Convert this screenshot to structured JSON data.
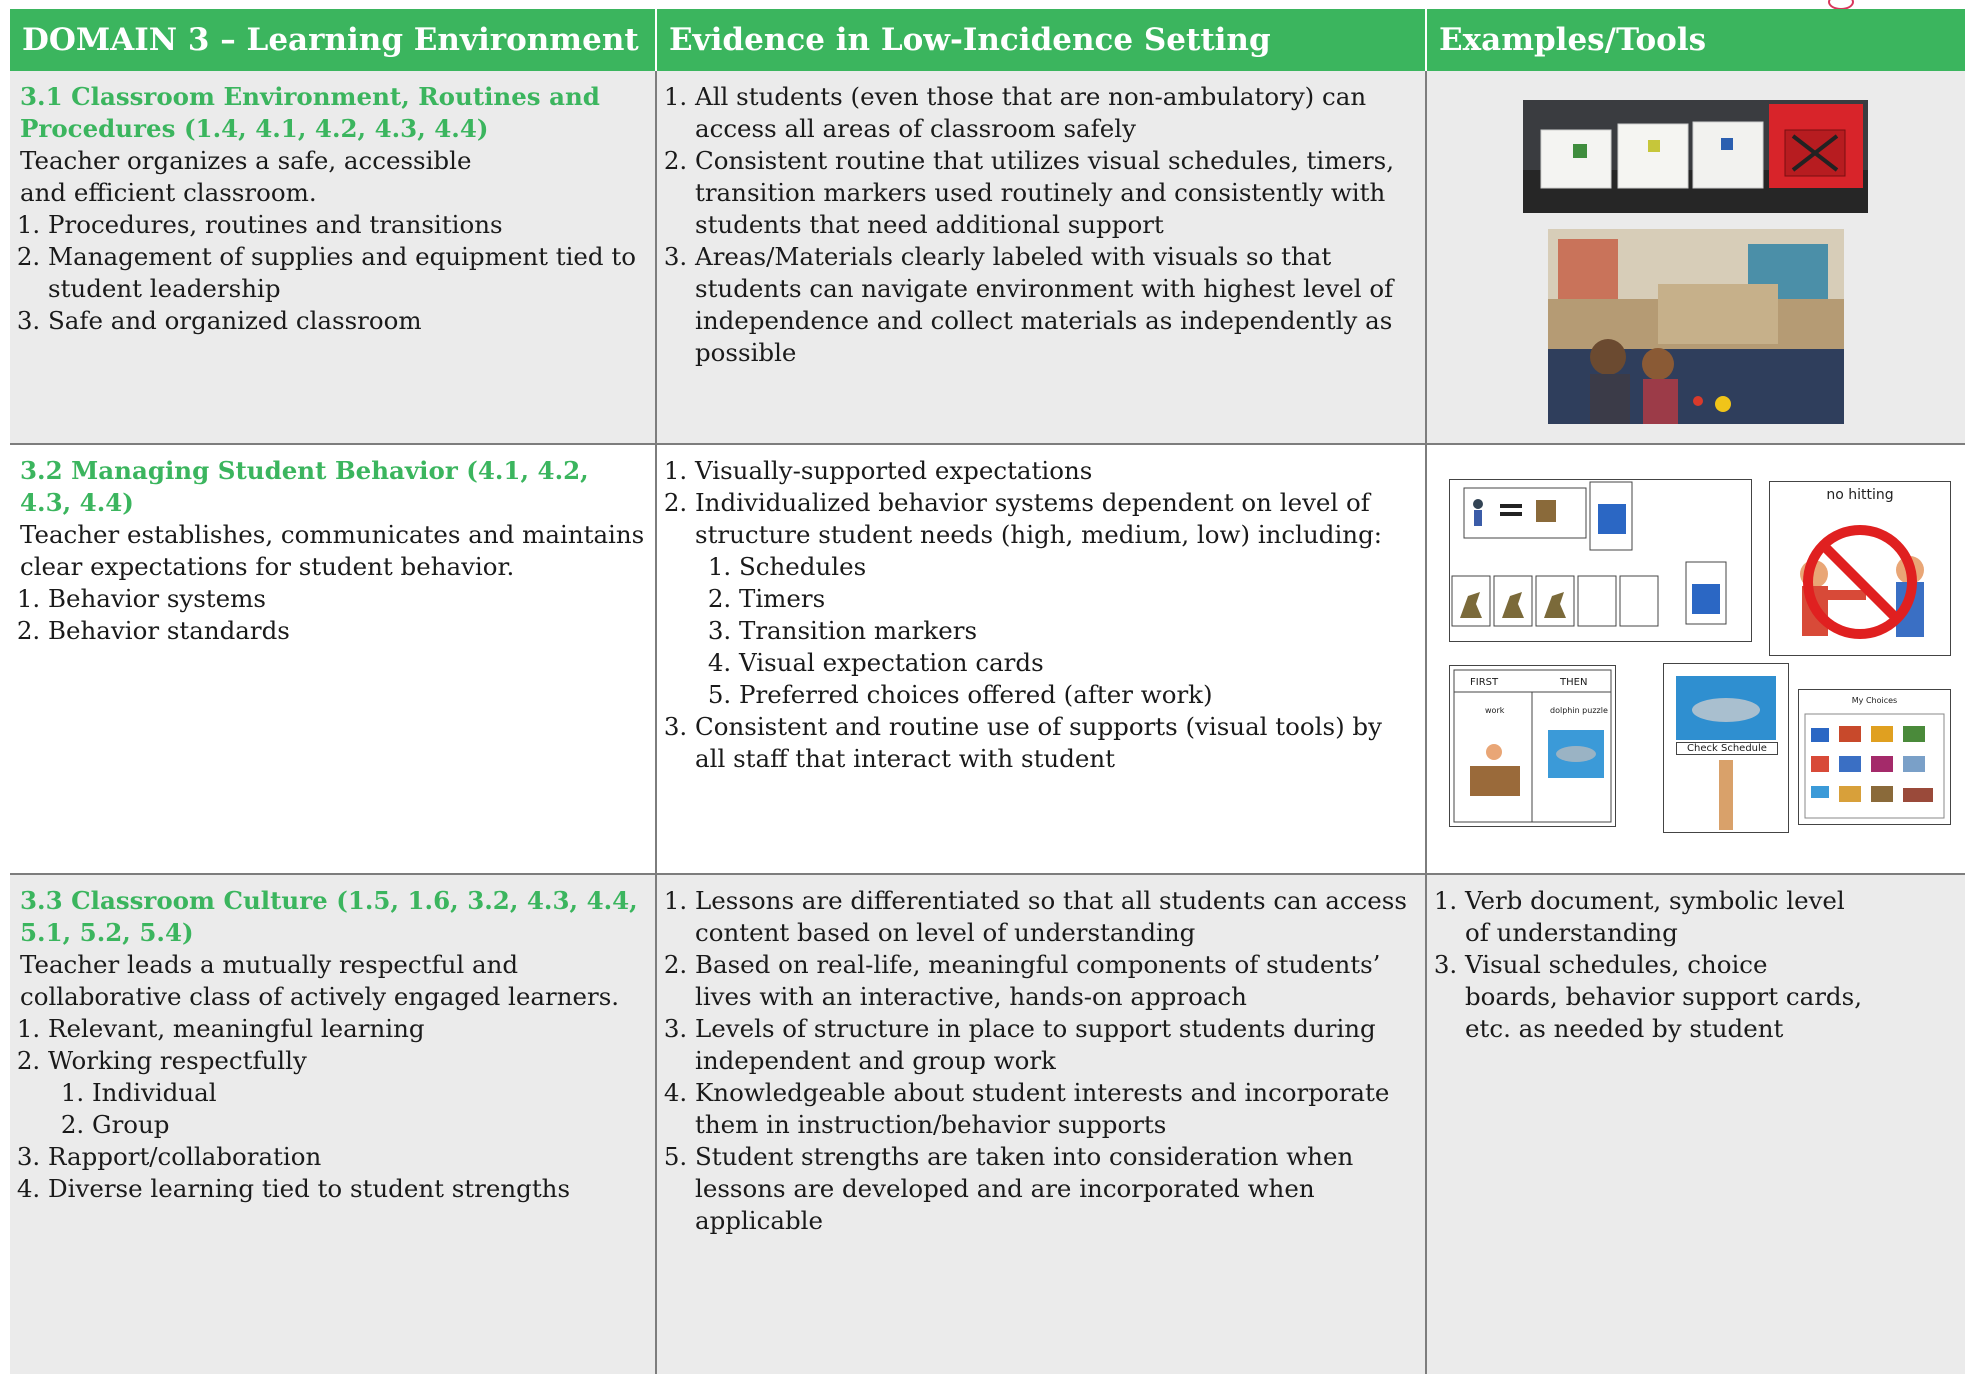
{
  "header": {
    "col1": "DOMAIN 3 – Learning Environment",
    "col2": "Evidence in Low-Incidence Setting",
    "col3": "Examples/Tools"
  },
  "rows": [
    {
      "title": "3.1 Classroom Environment, Routines and Procedures (1.4, 4.1, 4.2, 4.3, 4.4)",
      "desc": "Teacher organizes a safe, accessible and efficient classroom.",
      "items": [
        "Procedures, routines and transitions",
        "Management of supplies and equipment tied to student leadership",
        "Safe and organized classroom"
      ],
      "evidence": [
        "All students (even those that are non-ambulatory) can access all areas of classroom safely",
        "Consistent routine that utilizes visual schedules, timers, transition markers used routinely and consistently with students that need additional support",
        "Areas/Materials clearly labeled with visuals so that students can navigate environment with highest level of independence and collect materials as independently as possible"
      ]
    },
    {
      "title": "3.2 Managing Student Behavior (4.1, 4.2, 4.3, 4.4)",
      "desc": "Teacher establishes, communicates and maintains clear expectations for student behavior.",
      "items": [
        "Behavior systems",
        "Behavior standards"
      ],
      "evidence": [
        "Visually-supported expectations",
        "Individualized behavior systems dependent on level of structure student needs (high, medium, low) including:",
        "Consistent and routine use of supports (visual tools) by all staff that interact with student"
      ],
      "evidence_sub": [
        "Schedules",
        "Timers",
        "Transition markers",
        "Visual expectation cards",
        "Preferred choices offered (after work)"
      ],
      "images": {
        "no_hitting": "no hitting",
        "first": "FIRST",
        "then": "THEN",
        "work": "work",
        "dolphin_puzzle": "dolphin puzzle",
        "check_schedule": "Check Schedule",
        "my_choices": "My Choices"
      }
    },
    {
      "title": "3.3 Classroom Culture (1.5, 1.6, 3.2, 4.3, 4.4, 5.1, 5.2, 5.4)",
      "desc": "Teacher leads a mutually respectful and collaborative class of actively engaged learners.",
      "items": [
        "Relevant, meaningful learning",
        "Working respectfully",
        "Rapport/collaboration",
        "Diverse learning tied to student strengths"
      ],
      "items_sub": [
        "Individual",
        "Group"
      ],
      "evidence": [
        "Lessons are differentiated so that all students can access content based on level of understanding",
        "Based on real-life, meaningful components of students’ lives with an interactive, hands-on approach",
        "Levels of structure in place to support students during independent and group work",
        "Knowledgeable about student interests and incorporate them in instruction/behavior supports",
        "Student strengths are taken into consideration when lessons are developed and are incorporated when applicable"
      ],
      "examples": [
        "Verb document, symbolic level of understanding",
        "Visual schedules, choice boards, behavior support cards, etc. as needed by student"
      ]
    }
  ]
}
